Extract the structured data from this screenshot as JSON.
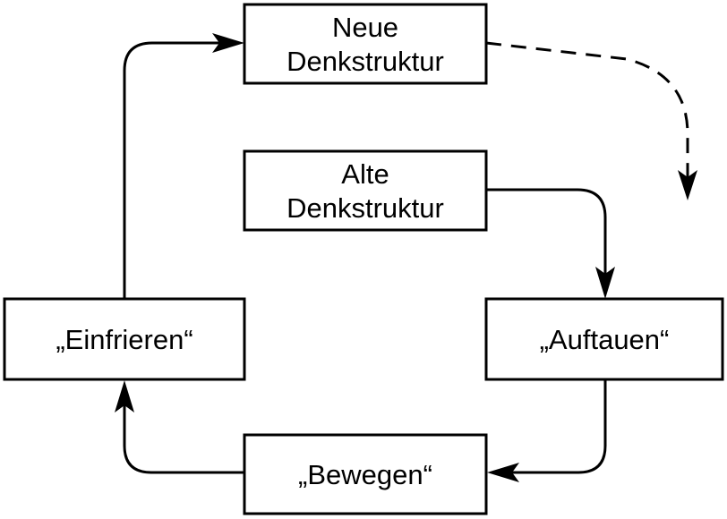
{
  "diagram": {
    "nodes": {
      "neue_denkstruktur": {
        "lines": [
          "Neue",
          "Denkstruktur"
        ]
      },
      "alte_denkstruktur": {
        "lines": [
          "Alte",
          "Denkstruktur"
        ]
      },
      "einfrieren": {
        "lines": [
          "„Einfrieren“"
        ]
      },
      "auftauen": {
        "lines": [
          "„Auftauen“"
        ]
      },
      "bewegen": {
        "lines": [
          "„Bewegen“"
        ]
      }
    },
    "edges": [
      {
        "from": "alte_denkstruktur",
        "to": "auftauen",
        "style": "solid"
      },
      {
        "from": "auftauen",
        "to": "bewegen",
        "style": "solid"
      },
      {
        "from": "bewegen",
        "to": "einfrieren",
        "style": "solid"
      },
      {
        "from": "einfrieren",
        "to": "neue_denkstruktur",
        "style": "solid"
      },
      {
        "from": "neue_denkstruktur",
        "to": "",
        "style": "dashed"
      }
    ],
    "colors": {
      "stroke": "#000000",
      "box_fill": "#ffffff",
      "text": "#000000"
    }
  }
}
